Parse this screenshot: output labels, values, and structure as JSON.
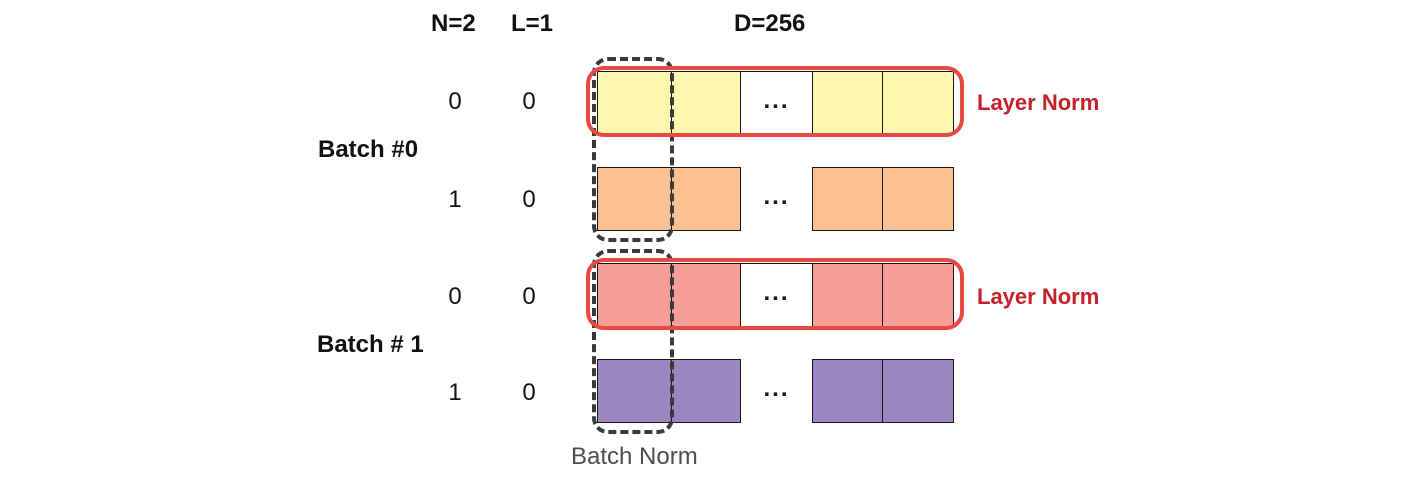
{
  "header": {
    "n": "N=2",
    "l": "L=1",
    "d": "D=256"
  },
  "batches": [
    {
      "label": "Batch #0",
      "rows": [
        {
          "n_index": "0",
          "l_index": "0",
          "color": "#FFF7AE",
          "layout": "full",
          "layer_norm": true
        },
        {
          "n_index": "1",
          "l_index": "0",
          "color": "#FBC192",
          "layout": "split",
          "layer_norm": false
        }
      ]
    },
    {
      "label": "Batch # 1",
      "rows": [
        {
          "n_index": "0",
          "l_index": "0",
          "color": "#F89E98",
          "layout": "full",
          "layer_norm": true
        },
        {
          "n_index": "1",
          "l_index": "0",
          "color": "#9C86C2",
          "layout": "split",
          "layer_norm": false
        }
      ]
    }
  ],
  "labels": {
    "layer_norm": "Layer Norm",
    "batch_norm": "Batch Norm",
    "ellipsis": "..."
  },
  "colors": {
    "layer_norm_outline": "#E84A42",
    "layer_norm_text": "#C4222B",
    "batch_norm_dash": "#3A3A3A",
    "batch_norm_text": "#4D4D4D",
    "cell_border": "#161616",
    "middle_cell_fill": "#FFFFFF"
  }
}
